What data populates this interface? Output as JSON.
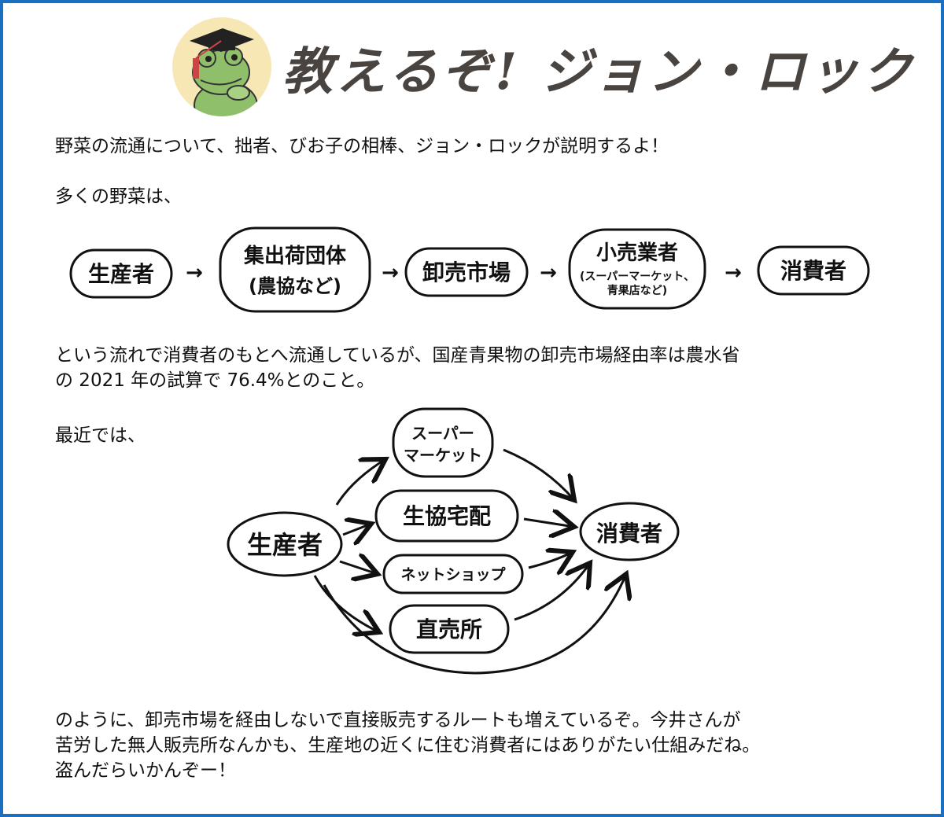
{
  "header": {
    "title": "教えるぞ! ジョン・ロック"
  },
  "paragraphs": {
    "intro": "野菜の流通について、拙者、びお子の相棒、ジョン・ロックが説明するよ！",
    "many": "多くの野菜は、",
    "flow_text_1": "という流れで消費者のもとへ流通しているが、国産青果物の卸売市場経由率は農水省",
    "flow_text_2": "の 2021 年の試算で 76.4%とのこと。",
    "recent": "最近では、",
    "closing_1": "のように、卸売市場を経由しないで直接販売するルートも増えているぞ。今井さんが",
    "closing_2": "苦労した無人販売所なんかも、生産地の近くに住む消費者にはありがたい仕組みだね。",
    "closing_3": "盗んだらいかんぞー！"
  },
  "flow1": {
    "producer": "生産者",
    "group_line1": "集出荷団体",
    "group_line2": "(農協など)",
    "market": "卸売市場",
    "retail_line1": "小売業者",
    "retail_line2": "(スーパーマーケット、",
    "retail_line3": "青果店など)",
    "consumer": "消費者",
    "arrow": "→"
  },
  "flow2": {
    "producer": "生産者",
    "supermarket_line1": "スーパー",
    "supermarket_line2": "マーケット",
    "coop": "生協宅配",
    "netshop": "ネットショップ",
    "direct": "直売所",
    "consumer": "消費者"
  },
  "colors": {
    "frame": "#1a6fc0",
    "title": "#4a4440",
    "avatar_bg": "#f7e7b5",
    "frog": "#8fbf6a"
  },
  "icons": {
    "avatar": "frog-graduate-icon"
  }
}
